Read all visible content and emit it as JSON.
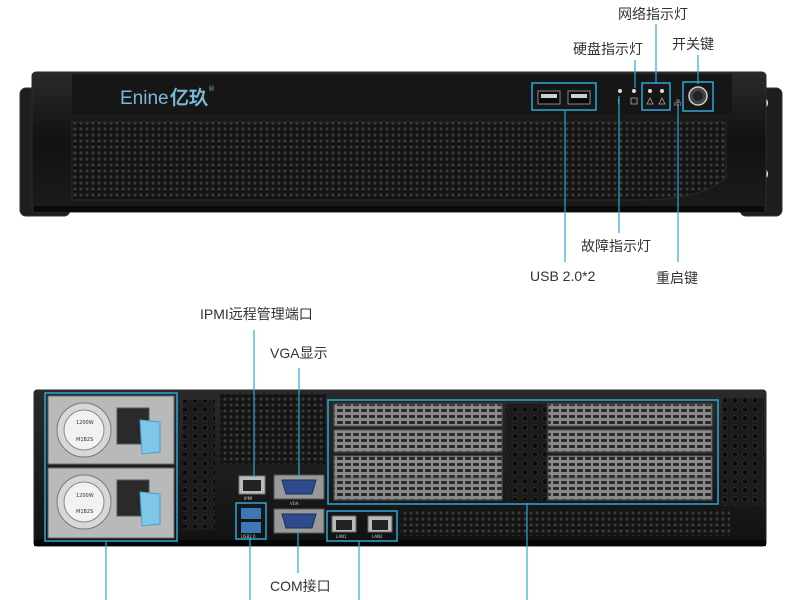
{
  "brand": {
    "text": "Enine",
    "cn": "亿玖",
    "mark": "®"
  },
  "front_labels": {
    "network_led": "网络指示灯",
    "power_switch": "开关键",
    "hdd_led": "硬盘指示灯",
    "fault_led": "故障指示灯",
    "usb": "USB 2.0*2",
    "reset": "重启键"
  },
  "rear_labels": {
    "ipmi": "IPMI远程管理端口",
    "vga": "VGA显示",
    "com": "COM接口"
  },
  "port_text": {
    "rst": "RST",
    "ipmi": "IPMI",
    "vga": "VGA",
    "usb": "USB2.0",
    "lan1": "LAN1",
    "lan2": "LAN2",
    "psu_watt": "1200W",
    "psu_model": "M1B2S"
  },
  "colors": {
    "accent": "#2aa8d8",
    "chassis": "#1a1a1a",
    "panel": "#0f0f10"
  }
}
